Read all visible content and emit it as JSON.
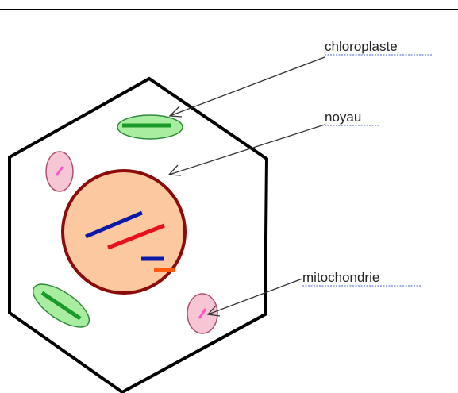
{
  "labels": {
    "chloroplast": "chloroplaste",
    "nucleus": "noyau",
    "mitochondrion": "mitochondrie"
  },
  "colors": {
    "cell_wall": "#000000",
    "chloroplast_fill": "#a8eda0",
    "chloroplast_stroke": "#2e8b3a",
    "chloroplast_inner": "#1a9a28",
    "mitochondrion_fill": "#f7c6d4",
    "mitochondrion_stroke": "#b05070",
    "mitochondrion_inner": "#ff55cc",
    "nucleus_fill": "#fcc8a0",
    "nucleus_stroke": "#8b0a0a",
    "chromosome_blue": "#0a1aa8",
    "chromosome_red": "#e8101c",
    "chromosome_orange": "#ff5a10",
    "label_underline": "#6a84d8",
    "arrow": "#333333"
  }
}
